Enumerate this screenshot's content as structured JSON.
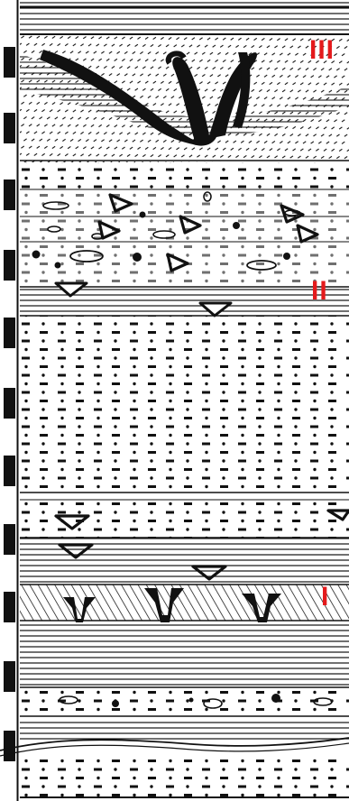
{
  "figure": {
    "unit_labels": {
      "upper": "III",
      "middle": "II",
      "lower": "I"
    },
    "colors": {
      "ink": "#111111",
      "label": "#e41a1c",
      "paper": "#ffffff"
    }
  }
}
